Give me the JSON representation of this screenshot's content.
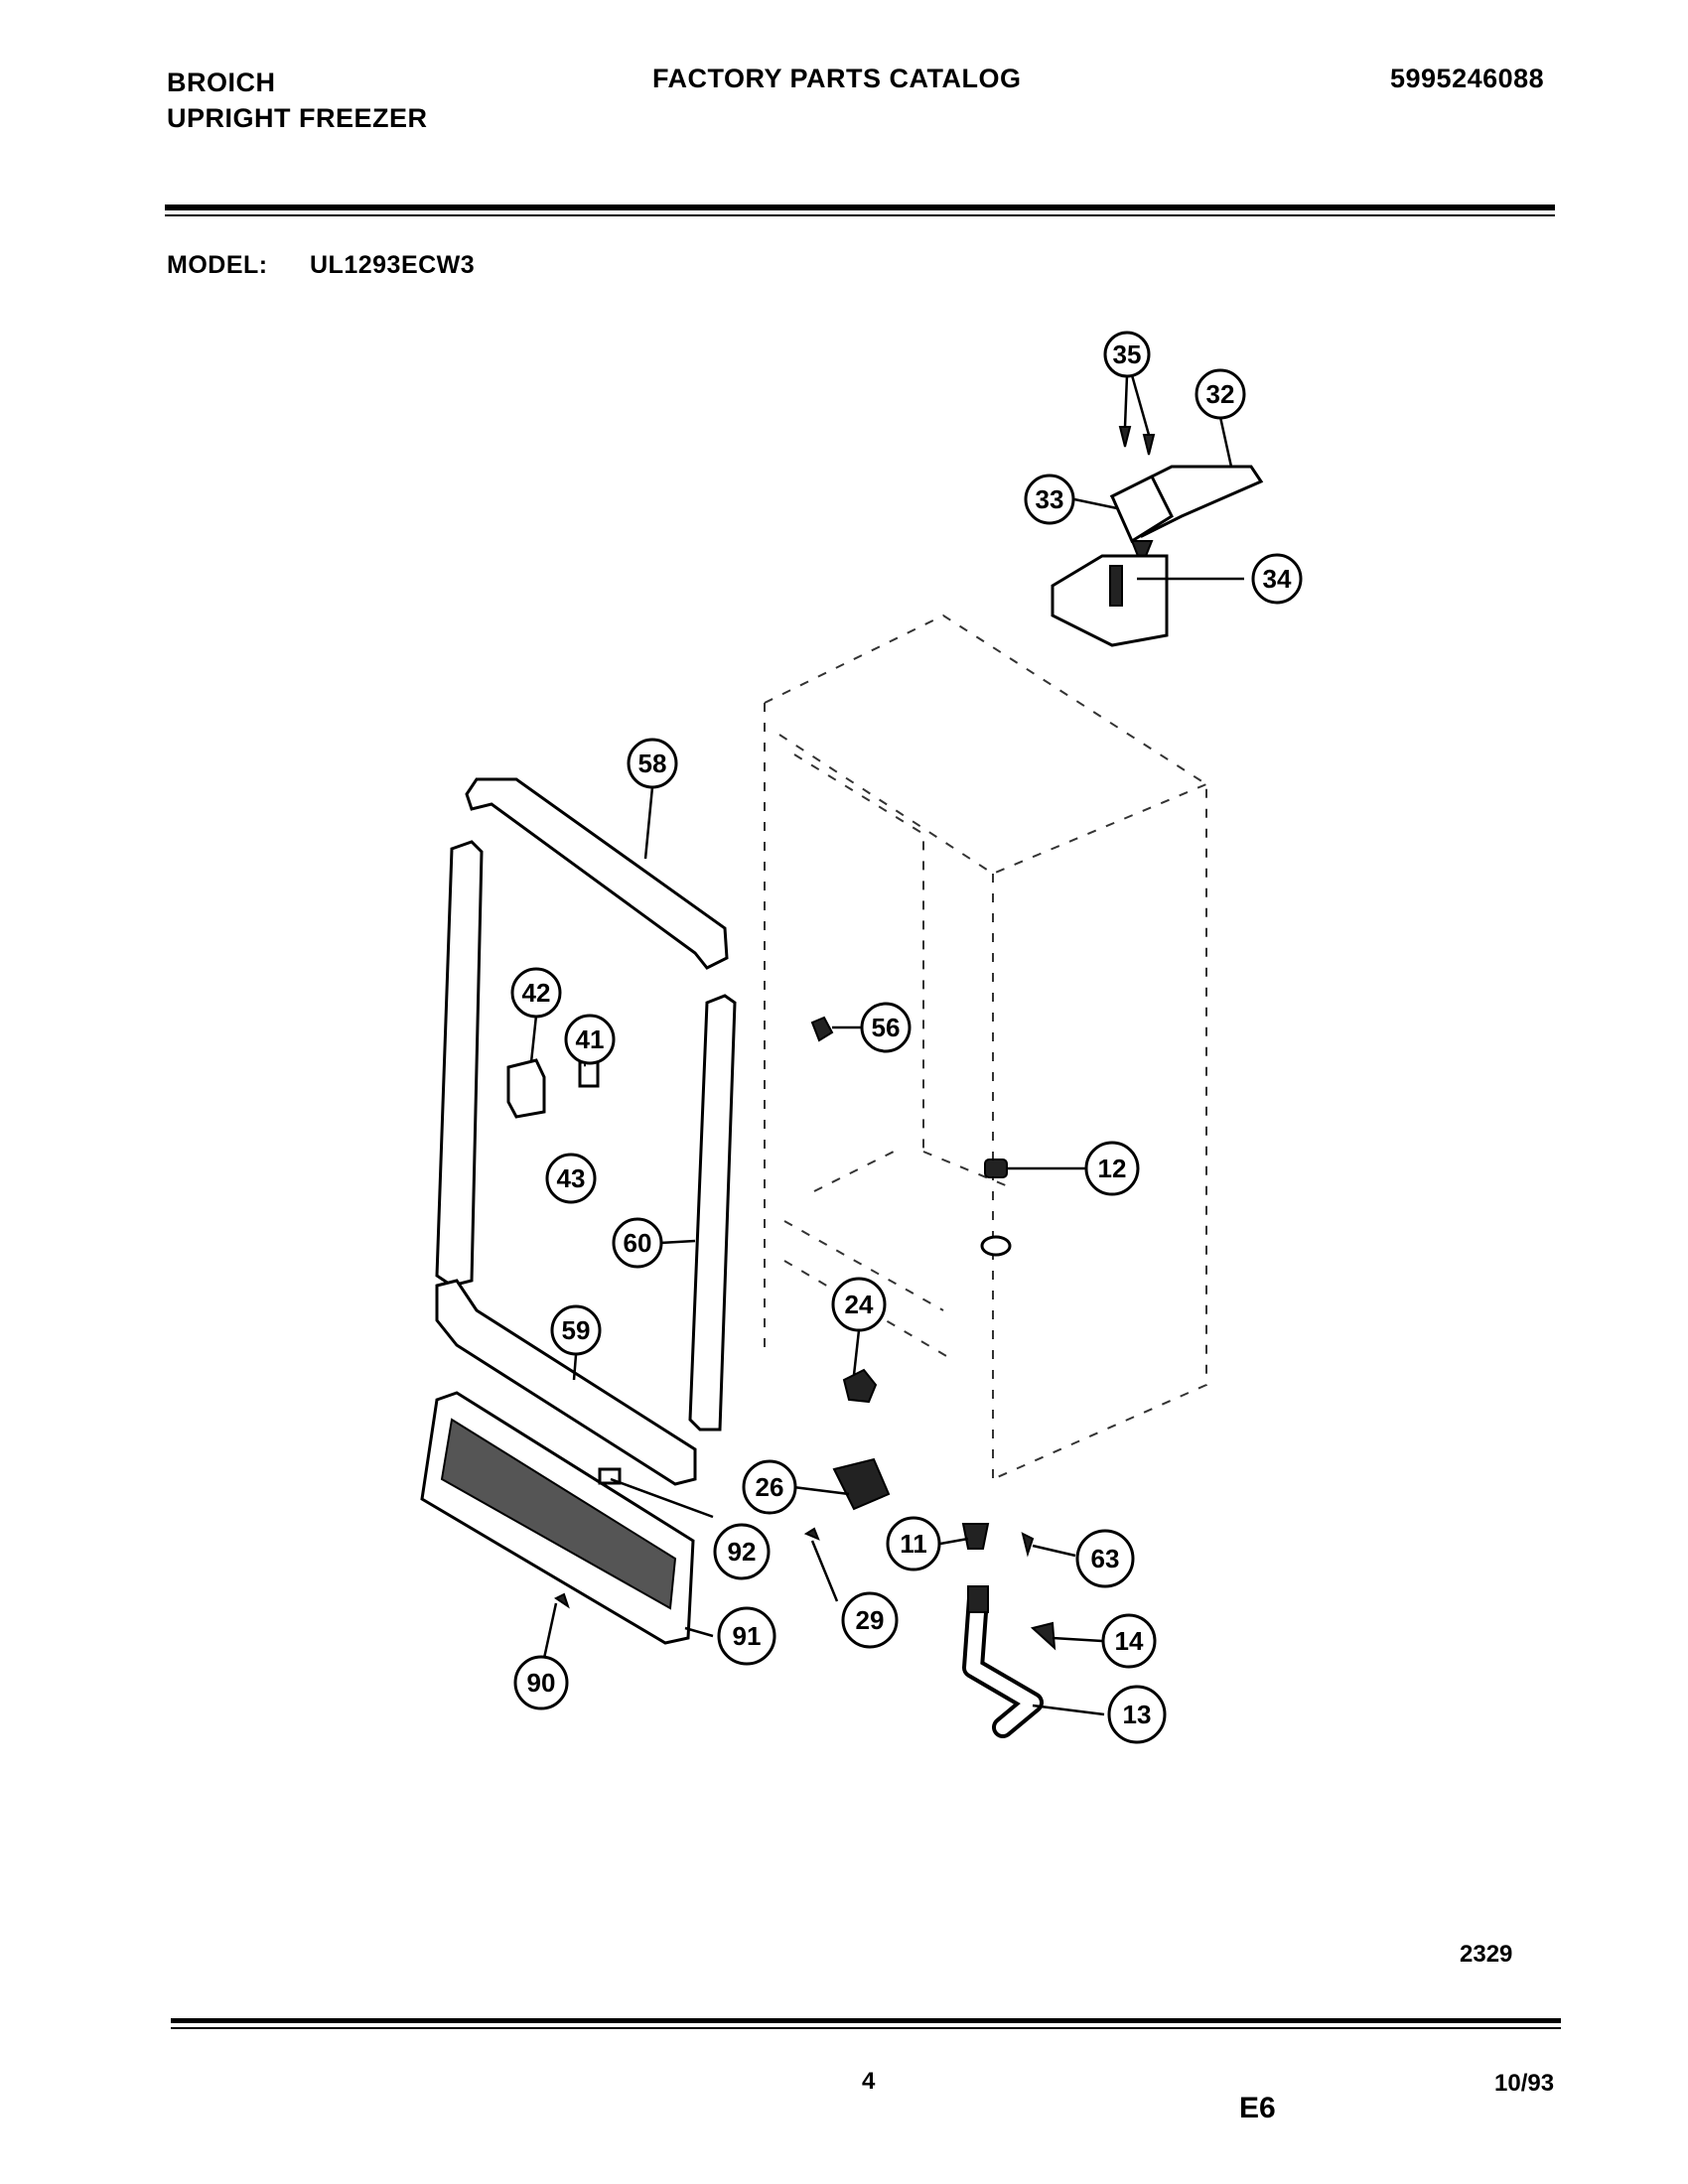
{
  "header": {
    "brand": "BROICH",
    "product": "UPRIGHT FREEZER",
    "catalog_title": "FACTORY PARTS CATALOG",
    "catalog_number": "5995246088",
    "model_label": "MODEL:",
    "model_number": "UL1293ECW3"
  },
  "diagram": {
    "callouts": [
      "35",
      "32",
      "33",
      "34",
      "58",
      "42",
      "41",
      "56",
      "43",
      "12",
      "60",
      "24",
      "59",
      "26",
      "11",
      "63",
      "92",
      "29",
      "14",
      "91",
      "90",
      "13"
    ],
    "drawing_number": "2329"
  },
  "footer": {
    "page_number": "4",
    "section": "E6",
    "date": "10/93"
  }
}
